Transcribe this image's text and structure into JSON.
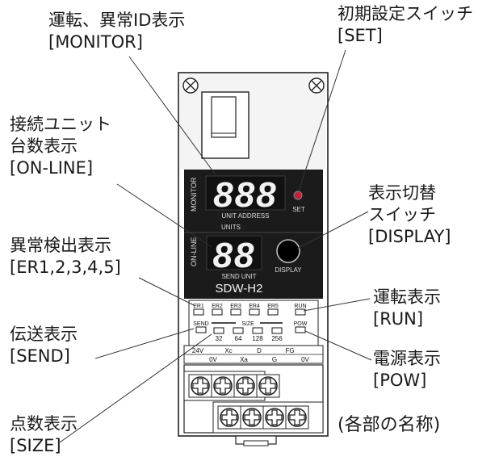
{
  "labels": {
    "monitor": {
      "line1": "運転、異常ID表示",
      "line2": "[MONITOR]"
    },
    "set": {
      "line1": "初期設定スイッチ",
      "line2": "[SET]"
    },
    "online": {
      "line1": "接続ユニット",
      "line2": "台数表示",
      "line3": "[ON-LINE]"
    },
    "display": {
      "line1": "表示切替",
      "line2": "スイッチ",
      "line3": "[DISPLAY]"
    },
    "er": {
      "line1": "異常検出表示",
      "line2": "[ER1,2,3,4,5]"
    },
    "run": {
      "line1": "運転表示",
      "line2": "[RUN]"
    },
    "send": {
      "line1": "伝送表示",
      "line2": "[SEND]"
    },
    "pow": {
      "line1": "電源表示",
      "line2": "[POW]"
    },
    "size": {
      "line1": "点数表示",
      "line2": "[SIZE]"
    }
  },
  "caption": "(各部の名称)",
  "device": {
    "monitor_side": "MONITOR",
    "online_side": "ON-LINE",
    "set_text": "SET",
    "unit_address": "UNIT ADDRESS",
    "units": "UNITS",
    "display_text": "DISPLAY",
    "send_unit": "SEND UNIT",
    "model": "SDW-H2",
    "seg3": "888",
    "seg2": "88",
    "er_leds": [
      "ER1",
      "ER2",
      "ER3",
      "ER4",
      "ER5"
    ],
    "run_led": "RUN",
    "send_led": "SEND",
    "pow_led": "POW",
    "size_title": "SIZE",
    "size_values": [
      "32",
      "64",
      "128",
      "256"
    ],
    "terminal_top": [
      "24V",
      "Xc",
      "D",
      "FG"
    ],
    "terminal_bottom": [
      "0V",
      "Xa",
      "G",
      "0V"
    ]
  }
}
